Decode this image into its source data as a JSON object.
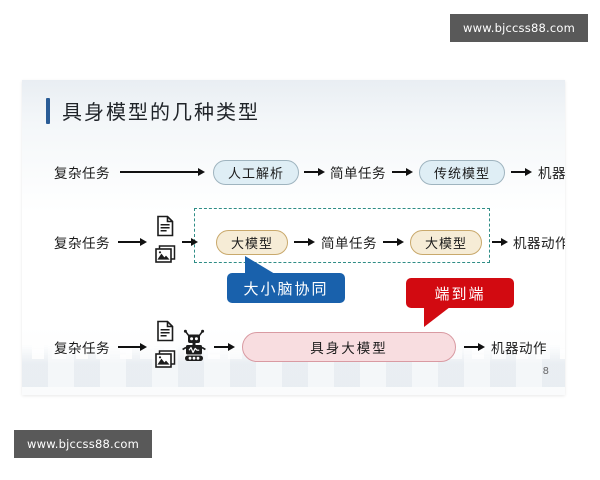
{
  "watermarks": {
    "top": "www.bjccss88.com",
    "bottom": "www.bjccss88.com"
  },
  "slide": {
    "title": "具身模型的几种类型",
    "page_number": "8",
    "accent_bar_color": "#2a5c96"
  },
  "rows": {
    "row1": {
      "start_label": "复杂任务",
      "node1": "人工解析",
      "mid_label": "简单任务",
      "node2": "传统模型",
      "end_label": "机器动作",
      "node_fill": "#dfeef5",
      "node_border": "#9fb4bf"
    },
    "row2": {
      "start_label": "复杂任务",
      "icons": [
        "document-icon",
        "image-icon"
      ],
      "node1": "大模型",
      "mid_label": "简单任务",
      "node2": "大模型",
      "end_label": "机器动作",
      "node_fill": "#f6ecd6",
      "node_border": "#c9a96c",
      "group_border_color": "#2f8d86",
      "group_border_style": "dashed"
    },
    "row3": {
      "start_label": "复杂任务",
      "icons": [
        "document-icon",
        "image-icon",
        "robot-icon"
      ],
      "node1": "具身大模型",
      "end_label": "机器动作",
      "node_fill": "#f8dde0",
      "node_border": "#d99aa2"
    }
  },
  "callouts": {
    "blue": {
      "label": "大小脑协同",
      "color": "#1961ac"
    },
    "red": {
      "label": "端到端",
      "color": "#d20a11"
    }
  }
}
